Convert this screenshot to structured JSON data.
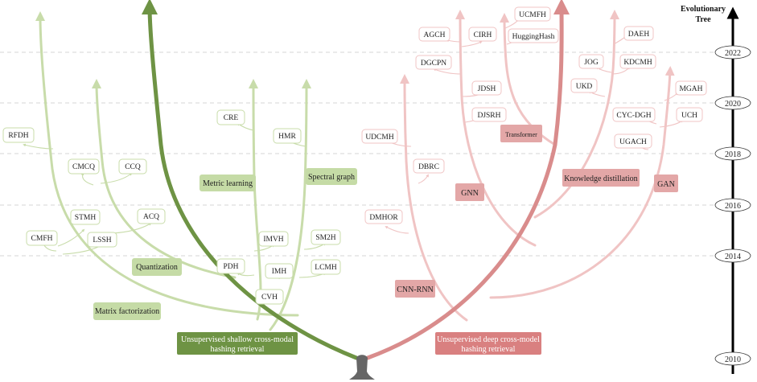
{
  "title": {
    "line1": "Evolutionary",
    "line2": "Tree"
  },
  "years": [
    "2022",
    "2020",
    "2018",
    "2016",
    "2014",
    "2010"
  ],
  "roots": {
    "shallow": {
      "line1": "Unsupervised  shallow cross-modal",
      "line2": "hashing retrieval"
    },
    "deep": {
      "line1": "Unsupervised deep cross-model",
      "line2": "hashing retrieval"
    }
  },
  "shallow_categories": {
    "matrix": "Matrix factorization",
    "quantization": "Quantization",
    "metric": "Metric learning",
    "spectral": "Spectral graph"
  },
  "deep_categories": {
    "cnnrnn": "CNN-RNN",
    "gnn": "GNN",
    "transformer": "Transformer",
    "kd": "Knowledge distillation",
    "gan": "GAN"
  },
  "methods": {
    "rfdh": "RFDH",
    "cmcq": "CMCQ",
    "ccq": "CCQ",
    "stmh": "STMH",
    "acq": "ACQ",
    "cmfh": "CMFH",
    "lssh": "LSSH",
    "cre": "CRE",
    "hmr": "HMR",
    "imvh": "IMVH",
    "sm2h": "SM2H",
    "pdh": "PDH",
    "imh": "IMH",
    "lcmh": "LCMH",
    "cvh": "CVH",
    "agch": "AGCH",
    "cirh": "CIRH",
    "ucmfh": "UCMFH",
    "dgcpn": "DGCPN",
    "huggingHash": "HuggingHash",
    "daeh": "DAEH",
    "jog": "JOG",
    "kdcmh": "KDCMH",
    "jdsh": "JDSH",
    "ukd": "UKD",
    "mgah": "MGAH",
    "djsrh": "DJSRH",
    "cycdgh": "CYC-DGH",
    "uch": "UCH",
    "udcmh": "UDCMH",
    "ugach": "UGACH",
    "dbrc": "DBRC",
    "dmhor": "DMHOR"
  },
  "colors": {
    "shallow_trunk": "#6e9344",
    "shallow_branch": "#c8dcaa",
    "shallow_box": "#c5dba6",
    "shallow_root_box": "#6e9344",
    "deep_trunk": "#d98c8c",
    "deep_branch": "#f0c4c4",
    "deep_box": "#e3a7a7",
    "deep_root_box": "#d98080",
    "trunk_stump": "#666666"
  }
}
